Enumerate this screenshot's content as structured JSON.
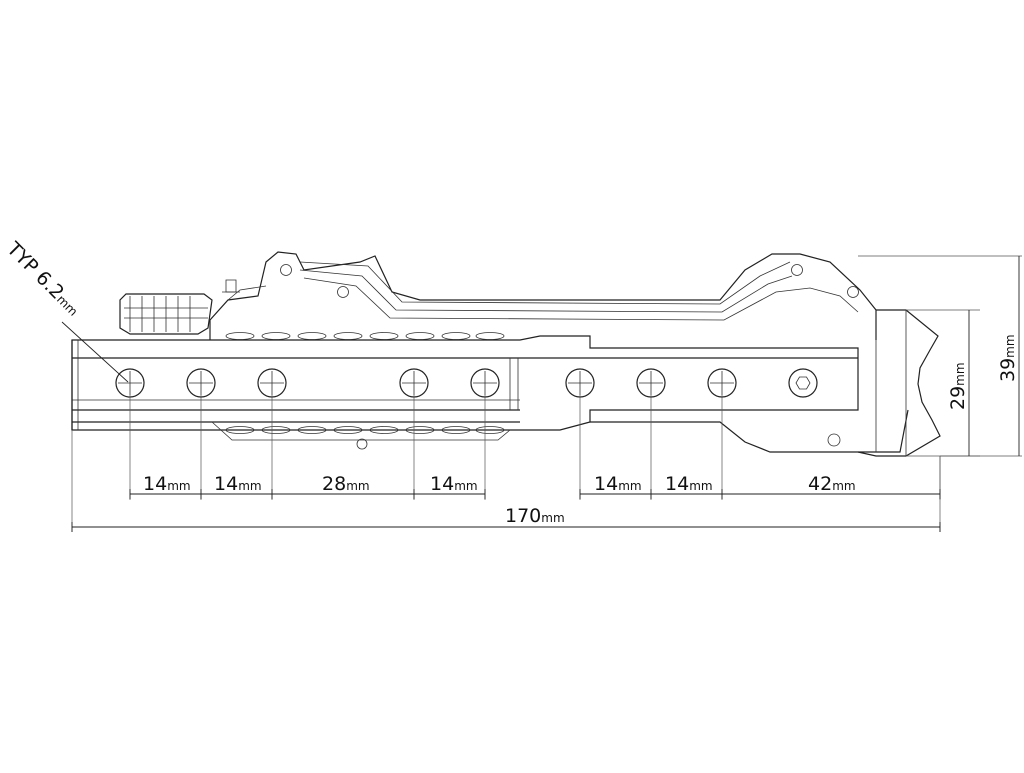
{
  "annotation": {
    "label": "TYP",
    "value": "6.2",
    "unit": "mm"
  },
  "dimensions": {
    "bottom": [
      {
        "value": "14",
        "unit": "mm"
      },
      {
        "value": "14",
        "unit": "mm"
      },
      {
        "value": "28",
        "unit": "mm"
      },
      {
        "value": "14",
        "unit": "mm"
      },
      {
        "value": "14",
        "unit": "mm"
      },
      {
        "value": "14",
        "unit": "mm"
      },
      {
        "value": "42",
        "unit": "mm"
      }
    ],
    "overall": {
      "value": "170",
      "unit": "mm"
    },
    "height_inner": {
      "value": "29",
      "unit": "mm"
    },
    "height_outer": {
      "value": "39",
      "unit": "mm"
    }
  }
}
